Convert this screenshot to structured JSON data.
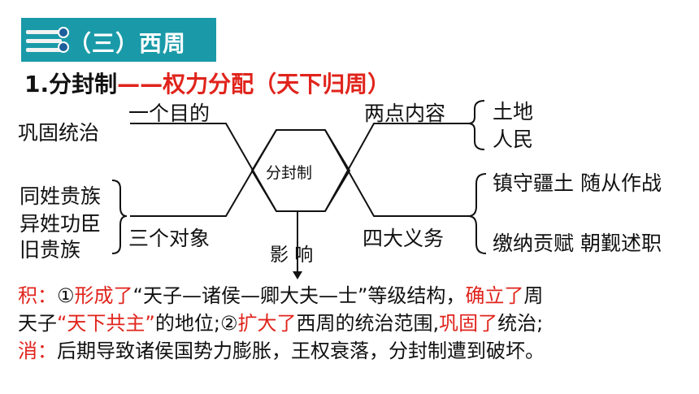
{
  "banner": {
    "title": "（三）西周",
    "color": "#1a9aa8"
  },
  "heading": {
    "prefix": "1.分封制",
    "dash": "——",
    "accent": "权力分配（天下归周）"
  },
  "diagram": {
    "center": "分封制",
    "left_top_label": "一个目的",
    "purpose": "巩固统治",
    "left_bottom_label": "三个对象",
    "objects": [
      "同姓贵族",
      "异姓功臣",
      "旧贵族"
    ],
    "right_top_label": "两点内容",
    "contents": [
      "土地",
      "人民"
    ],
    "right_bottom_label": "四大义务",
    "duties": [
      "镇守疆土  随从作战",
      "缴纳贡赋  朝觐述职"
    ],
    "bottom_label": "影 响"
  },
  "text": {
    "line1": {
      "a": "积：",
      "b": "①",
      "c": "形成了",
      "d": "“天子—诸侯—卿大夫—士”等级结构，",
      "e": "确立了",
      "f": "周"
    },
    "line2": {
      "a": "天子",
      "b": "“天下共主”",
      "c": "的地位;②",
      "d": "扩大了",
      "e": "西周的统治范围,",
      "f": "巩固了",
      "g": "统治;"
    },
    "line3": {
      "a": "消：",
      "b": "后期导致诸侯国势力膨胀，王权衰落，分封制遭到破坏。"
    }
  },
  "colors": {
    "accent": "#e0241c",
    "banner": "#1a9aa8"
  }
}
